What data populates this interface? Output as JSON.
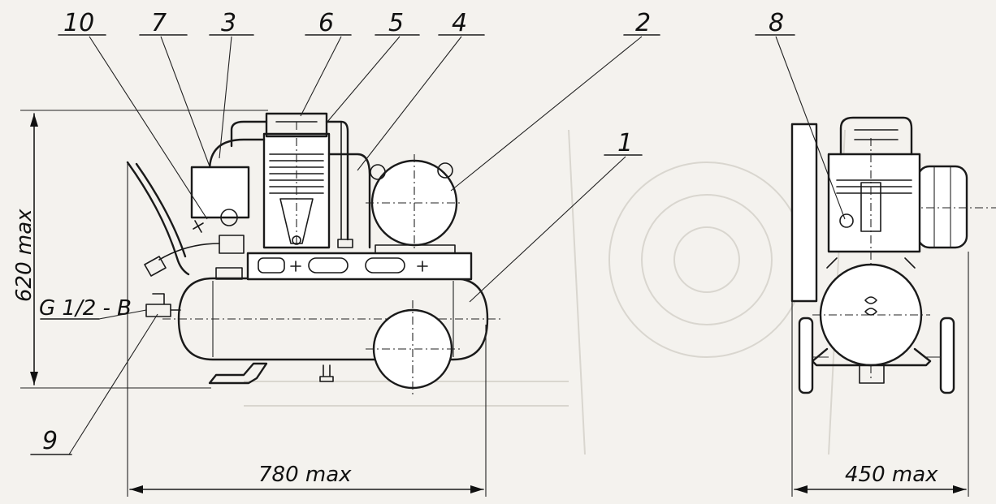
{
  "callouts": {
    "c1": "1",
    "c2": "2",
    "c3": "3",
    "c4": "4",
    "c5": "5",
    "c6": "6",
    "c7": "7",
    "c8": "8",
    "c9": "9",
    "c10": "10"
  },
  "dimensions": {
    "height": "620 max",
    "length": "780 max",
    "width": "450 max",
    "thread": "G 1/2 - B"
  }
}
